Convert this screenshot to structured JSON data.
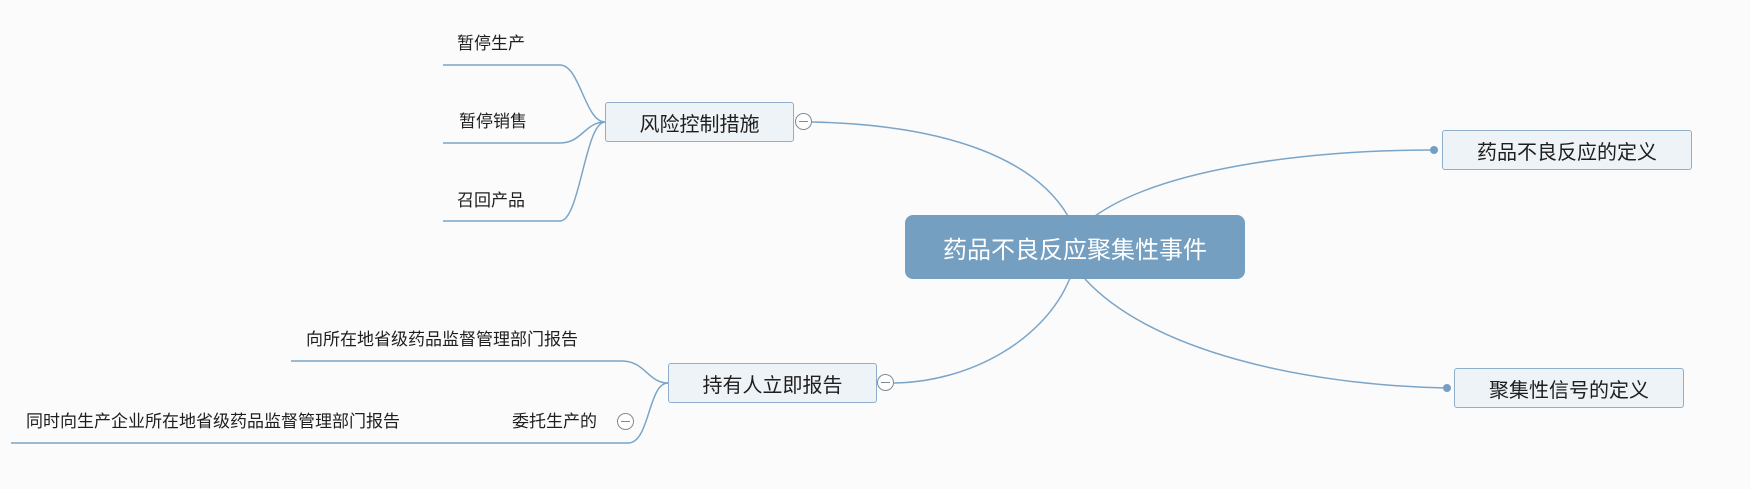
{
  "central_topic": "药品不良反应聚集性事件",
  "branches": {
    "risk_control": {
      "label": "风险控制措施",
      "children": [
        "暂停生产",
        "暂停销售",
        "召回产品"
      ]
    },
    "holder_report": {
      "label": "持有人立即报告",
      "children": {
        "report_provincial": "向所在地省级药品监督管理部门报告",
        "entrusted": {
          "label": "委托生产的",
          "child": "同时向生产企业所在地省级药品监督管理部门报告"
        }
      }
    },
    "adr_definition": {
      "label": "药品不良反应的定义"
    },
    "signal_definition": {
      "label": "聚集性信号的定义"
    }
  },
  "colors": {
    "background": "#fbfbfb",
    "central_fill": "#759fc1",
    "topic_fill": "#eef3f7",
    "topic_border": "#8eaecb",
    "connector": "#7ba5c8"
  }
}
